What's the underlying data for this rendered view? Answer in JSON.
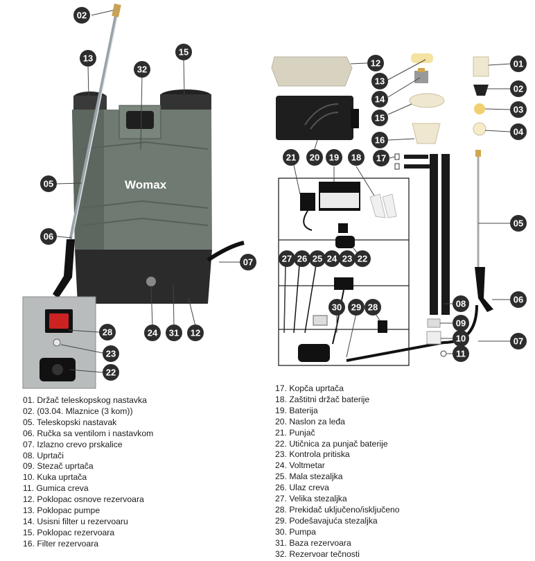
{
  "brand": "Womax",
  "callouts_left": [
    "02",
    "13",
    "15",
    "32",
    "05",
    "06",
    "07",
    "24",
    "31",
    "12",
    "28",
    "23",
    "22"
  ],
  "callouts_right": [
    "12",
    "13",
    "14",
    "15",
    "16",
    "20",
    "21",
    "19",
    "18",
    "17",
    "01",
    "02",
    "03",
    "04",
    "05",
    "06",
    "07",
    "08",
    "09",
    "10",
    "11",
    "27",
    "26",
    "25",
    "24",
    "23",
    "22",
    "30",
    "29",
    "28"
  ],
  "legend_left": [
    "01. Držač teleskopskog nastavka",
    "02. (03.04. Mlaznice (3 kom))",
    "05. Teleskopski nastavak",
    "06. Ručka sa ventilom i nastavkom",
    "07. Izlazno crevo prskalice",
    "08. Uprtači",
    "09. Stezač uprtača",
    "10. Kuka uprtača",
    "11. Gumica creva",
    "12. Poklopac osnove rezervoara",
    "13. Poklopac pumpe",
    "14. Usisni filter u rezervoaru",
    "15. Poklopac rezervoara",
    "16. Filter rezervoara"
  ],
  "legend_right": [
    "17. Kopča uprtača",
    "18. Zaštitni držač baterije",
    "19. Baterija",
    "20. Naslon za leđa",
    "21. Punjač",
    "22. Utičnica za punjač baterije",
    "23. Kontrola pritiska",
    "24. Voltmetar",
    "25. Mala stezaljka",
    "26. Ulaz creva",
    "27. Velika stezaljka",
    "28. Prekidač uključeno/isključeno",
    "29. Podešavajuća stezaljka",
    "30. Pumpa",
    "31. Baza rezervoara",
    "32. Rezervoar tečnosti"
  ]
}
